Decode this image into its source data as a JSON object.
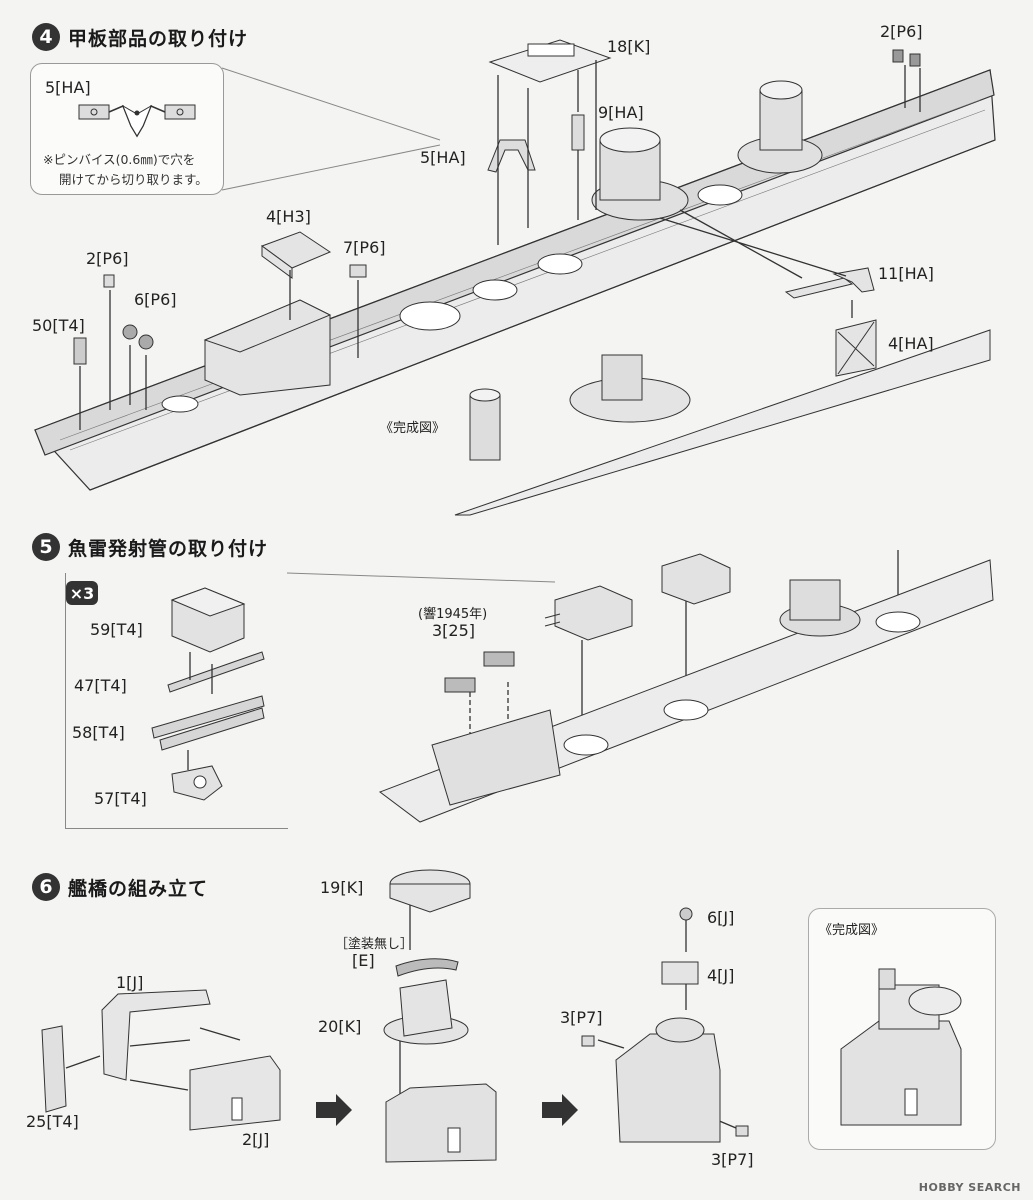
{
  "steps": [
    {
      "number": "4",
      "title": "甲板部品の取り付け"
    },
    {
      "number": "5",
      "title": "魚雷発射管の取り付け"
    },
    {
      "number": "6",
      "title": "艦橋の組み立て"
    }
  ],
  "step4": {
    "note": {
      "part": "5[HA]",
      "line1": "※ピンバイス(0.6㎜)で穴を",
      "line2": "開けてから切り取ります。"
    },
    "labels": {
      "p18K": "18[K]",
      "p2P6_top": "2[P6]",
      "p9HA": "9[HA]",
      "p5HA": "5[HA]",
      "p4H3": "4[H3]",
      "p7P6": "7[P6]",
      "p2P6_left": "2[P6]",
      "p6P6": "6[P6]",
      "p50T4": "50[T4]",
      "p11HA": "11[HA]",
      "p4HA": "4[HA]"
    },
    "complete_label": "《完成図》"
  },
  "step5": {
    "multiplier": "×3",
    "labels": {
      "p59T4": "59[T4]",
      "p47T4": "47[T4]",
      "p58T4": "58[T4]",
      "p57T4": "57[T4]",
      "hibiki_note": "(響1945年)",
      "p3_25": "3[25]"
    }
  },
  "step6": {
    "labels": {
      "p19K": "19[K]",
      "no_paint": "［塗装無し］",
      "pE": "[E]",
      "p20K": "20[K]",
      "p1J": "1[J]",
      "p25T4": "25[T4]",
      "p2J": "2[J]",
      "p6J": "6[J]",
      "p4J": "4[J]",
      "p3P7_left": "3[P7]",
      "p3P7_bottom": "3[P7]"
    },
    "complete_label": "《完成図》"
  },
  "watermark": "HOBBY SEARCH"
}
